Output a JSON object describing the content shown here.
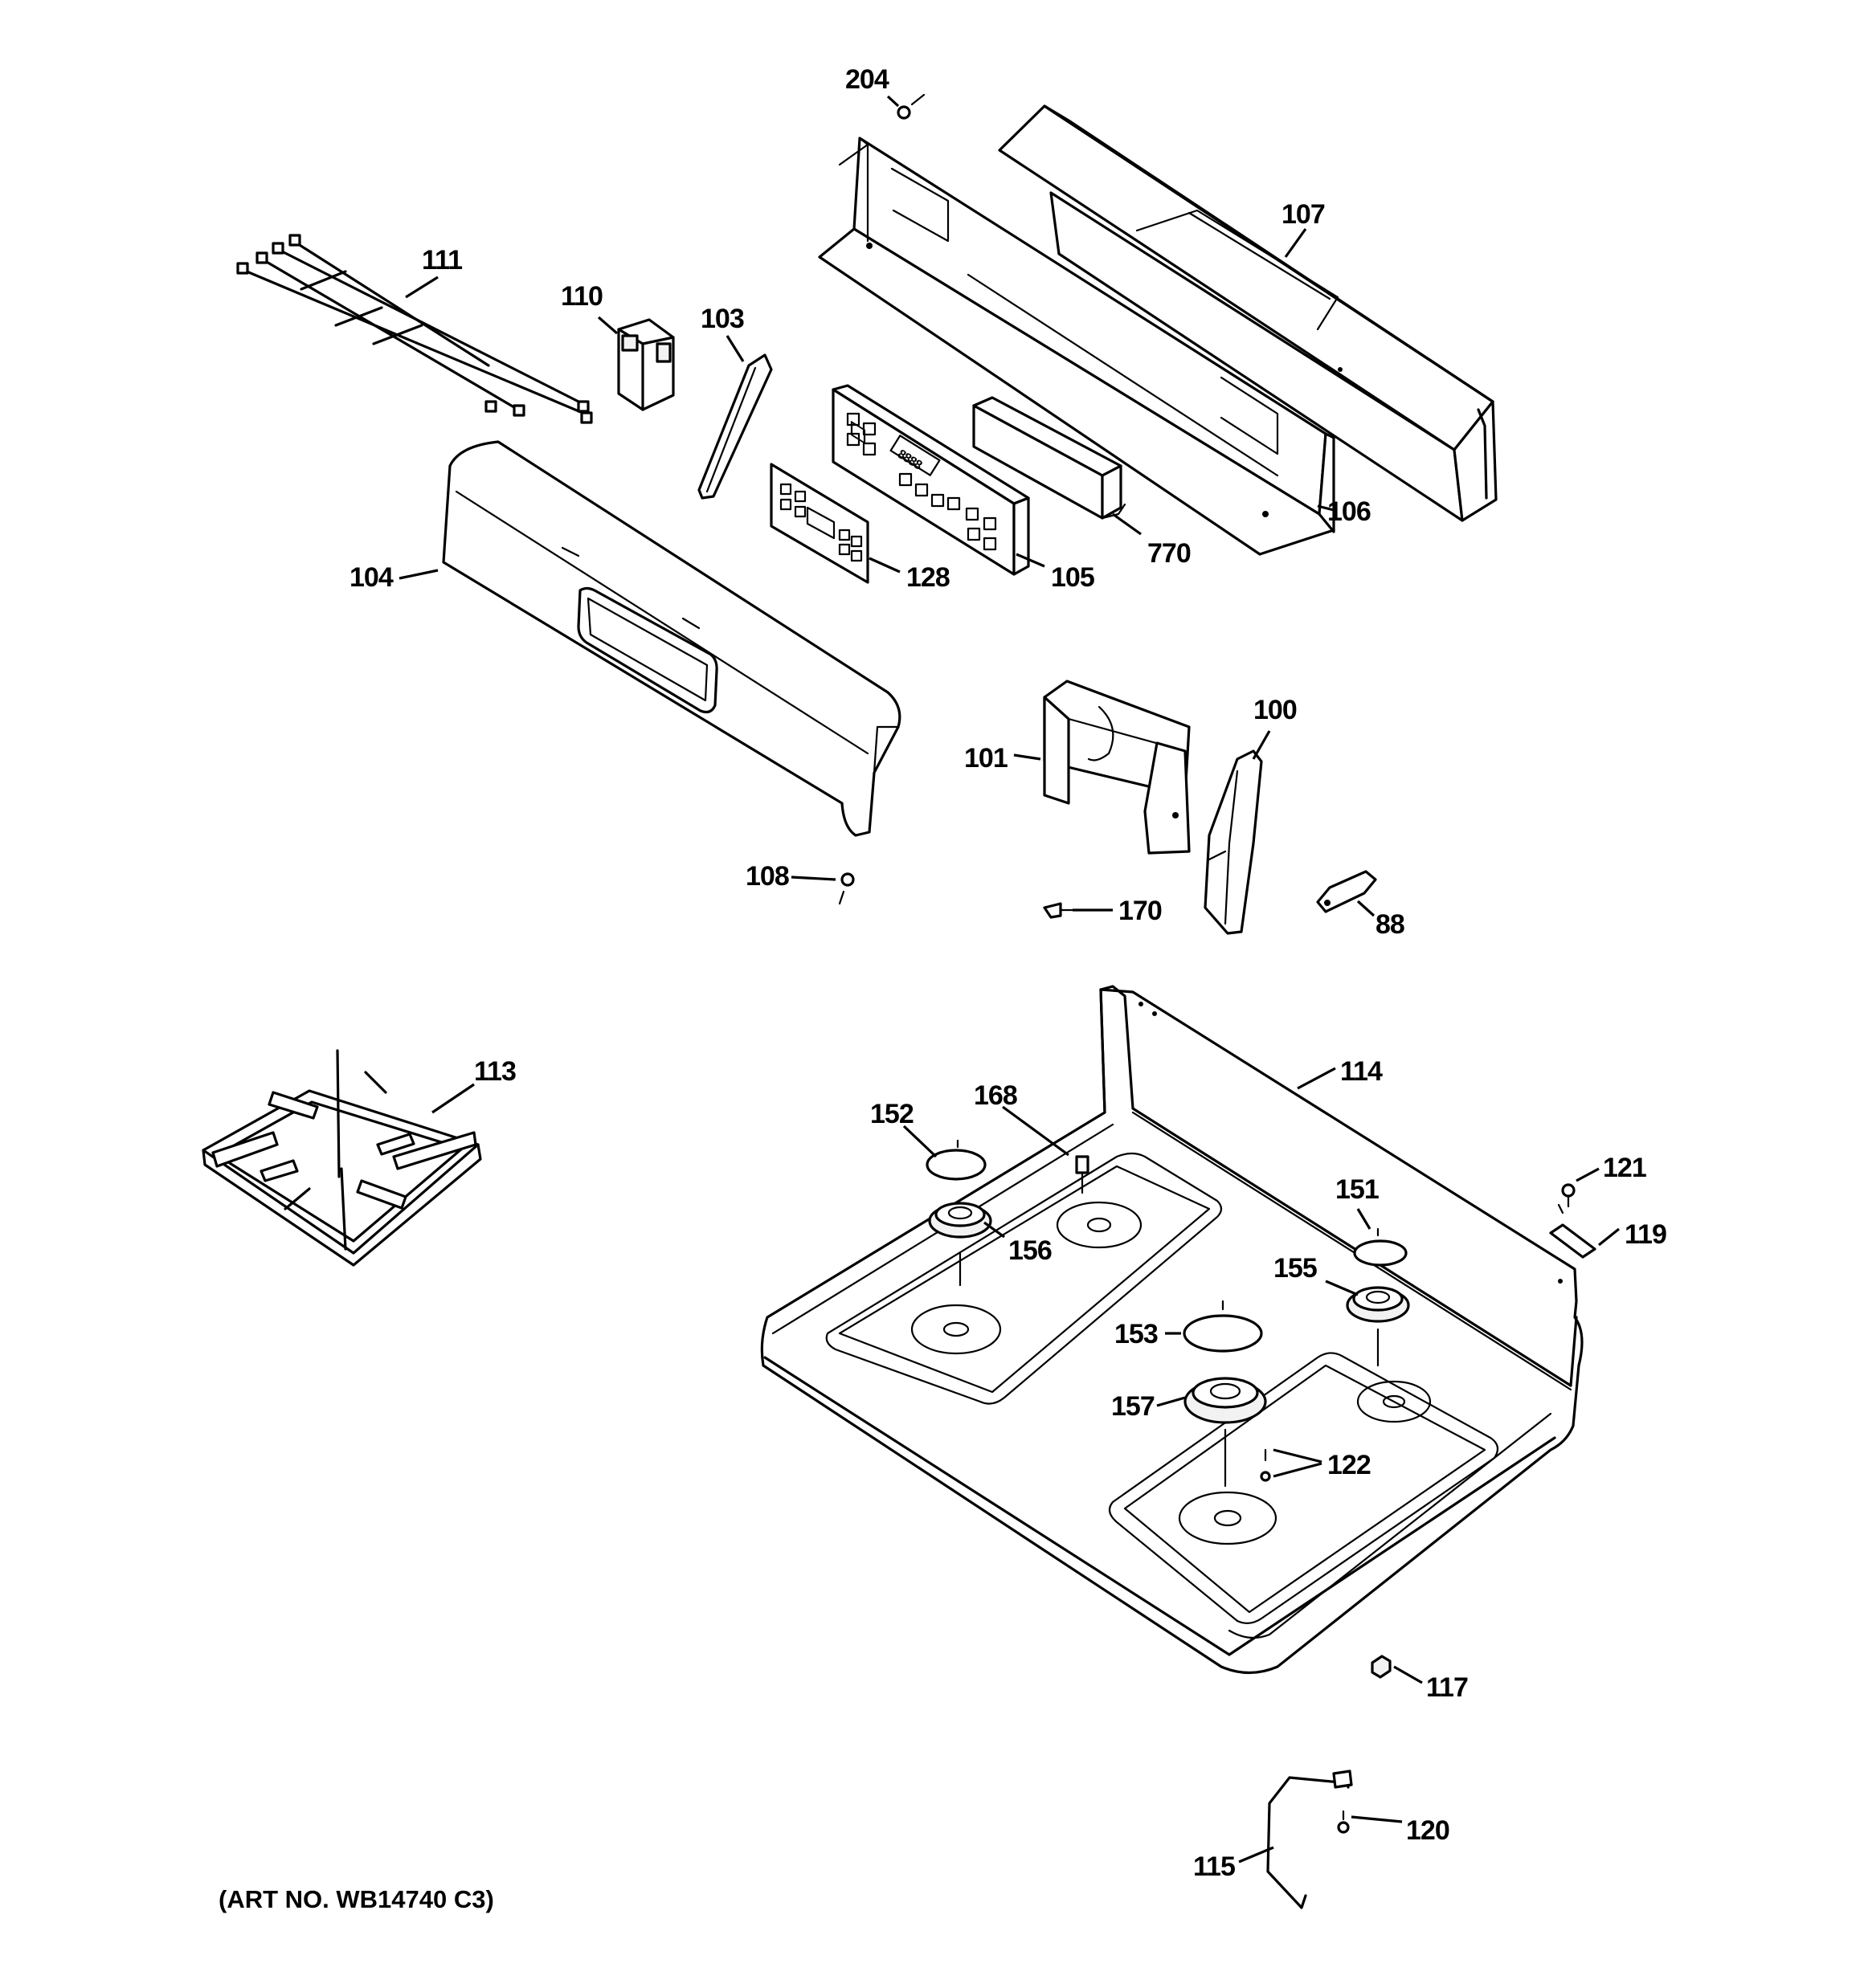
{
  "art_number": "(ART NO. WB14740 C3)",
  "parts": {
    "p204": "204",
    "p107": "107",
    "p111": "111",
    "p110": "110",
    "p103": "103",
    "p106": "106",
    "p770": "770",
    "p104": "104",
    "p128": "128",
    "p105": "105",
    "p100": "100",
    "p101": "101",
    "p108": "108",
    "p170": "170",
    "p88": "88",
    "p113": "113",
    "p114": "114",
    "p168": "168",
    "p152": "152",
    "p156": "156",
    "p121": "121",
    "p151": "151",
    "p119": "119",
    "p155": "155",
    "p153": "153",
    "p157": "157",
    "p122": "122",
    "p117": "117",
    "p120": "120",
    "p115": "115"
  },
  "display_text": "8888"
}
